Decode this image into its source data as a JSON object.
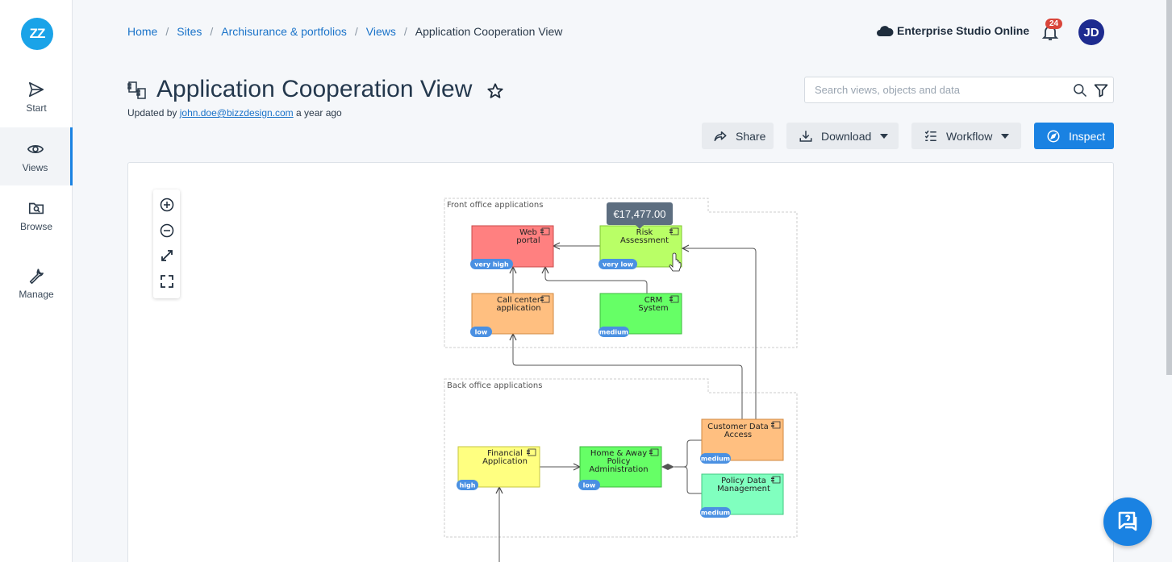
{
  "sidebar": {
    "logo": "ZZ",
    "items": [
      {
        "label": "Start",
        "icon": "send-icon"
      },
      {
        "label": "Views",
        "icon": "eye-icon",
        "active": true
      },
      {
        "label": "Browse",
        "icon": "folder-search-icon"
      },
      {
        "label": "Manage",
        "icon": "wrench-icon"
      }
    ]
  },
  "breadcrumb": [
    "Home",
    "Sites",
    "Archisurance & portfolios",
    "Views",
    "Application Cooperation View"
  ],
  "header": {
    "environment": "Enterprise Studio Online",
    "notification_count": "24",
    "user_initials": "JD"
  },
  "page": {
    "title": "Application Cooperation View",
    "updated_prefix": "Updated by",
    "updated_user": "john.doe@bizzdesign.com",
    "updated_suffix": "a year ago"
  },
  "search": {
    "placeholder": "Search views, objects and data"
  },
  "toolbar": {
    "share": "Share",
    "download": "Download",
    "workflow": "Workflow",
    "inspect": "Inspect"
  },
  "diagram": {
    "tooltip": "€17,477.00",
    "groups": [
      {
        "label": "Front office applications"
      },
      {
        "label": "Back office applications"
      }
    ],
    "nodes": [
      {
        "id": "web",
        "lines": [
          "Web",
          "portal"
        ],
        "badge": "very high",
        "color": "#ff8080"
      },
      {
        "id": "risk",
        "lines": [
          "Risk",
          "Assessment"
        ],
        "badge": "very low",
        "color": "#b9ff66"
      },
      {
        "id": "call",
        "lines": [
          "Call center",
          "application"
        ],
        "badge": "low",
        "color": "#ffbf80"
      },
      {
        "id": "crm",
        "lines": [
          "CRM",
          "System"
        ],
        "badge": "medium",
        "color": "#66ff66"
      },
      {
        "id": "fin",
        "lines": [
          "Financial",
          "Application"
        ],
        "badge": "high",
        "color": "#ffff80"
      },
      {
        "id": "home",
        "lines": [
          "Home & Away",
          "Policy",
          "Administration"
        ],
        "badge": "low",
        "color": "#66ff66"
      },
      {
        "id": "cust",
        "lines": [
          "Customer Data",
          "Access"
        ],
        "badge": "medium",
        "color": "#ffbf80"
      },
      {
        "id": "pol",
        "lines": [
          "Policy Data",
          "Management"
        ],
        "badge": "medium",
        "color": "#80ffbf"
      }
    ],
    "colors": {
      "badge": "#4a90e2",
      "group_border": "#cccccc"
    }
  }
}
